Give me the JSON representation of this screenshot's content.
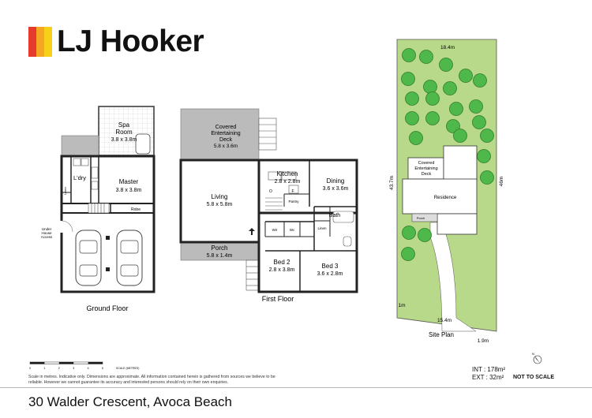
{
  "brand": {
    "name": "LJ Hooker",
    "bar_colors": [
      "#e53a2c",
      "#f5a623",
      "#f7d117"
    ]
  },
  "ground_floor": {
    "title": "Ground Floor",
    "rooms": {
      "spa": {
        "name": "Spa",
        "name2": "Room",
        "dims": "3.8 x 3.8m"
      },
      "master": {
        "name": "Master",
        "dims": "3.8 x 3.8m"
      },
      "ldry": "L'dry",
      "linen": "Linen",
      "robe": "Robe",
      "access": {
        "l1": "Under",
        "l2": "House",
        "l3": "Access"
      }
    }
  },
  "first_floor": {
    "title": "First Floor",
    "rooms": {
      "deck": {
        "l1": "Covered",
        "l2": "Entertaining",
        "l3": "Deck",
        "dims": "5.8 x 3.6m"
      },
      "living": {
        "name": "Living",
        "dims": "5.8 x 5.8m"
      },
      "kitchen": {
        "name": "Kitchen",
        "dims": "2.8 x 2.8m"
      },
      "dining": {
        "name": "Dining",
        "dims": "3.6 x 3.6m"
      },
      "pantry": "Pantry",
      "bath": "Bath",
      "linen": "Linen",
      "wir": "Wir",
      "wc": "Wc",
      "porch": {
        "name": "Porch",
        "dims": "5.8 x 1.4m"
      },
      "bed2": {
        "name": "Bed 2",
        "dims": "2.8 x 3.8m"
      },
      "bed3": {
        "name": "Bed 3",
        "dims": "3.6 x 2.8m"
      },
      "f": "F",
      "o": "O"
    }
  },
  "site_plan": {
    "title": "Site Plan",
    "dims": {
      "top": "18.4m",
      "left": "43.7m",
      "right": "46m",
      "bottom": "15.4m",
      "setback_left": "1m",
      "setback_right": "1.9m"
    },
    "deck": {
      "l1": "Covered",
      "l2": "Entertaining",
      "l3": "Deck"
    },
    "residence": "Residence",
    "porch": "Porch"
  },
  "scale_bar": {
    "ticks": [
      "0",
      "1",
      "2",
      "3",
      "4",
      "5"
    ],
    "unit": "SCALE (METRES)"
  },
  "disclaimer": "Scale in metres. Indicative only. Dimensions are approximate. All information contained herein is gathered from sources we believe to be reliable. However we cannot guarantee its accuracy and interested persons should rely on their own enquiries.",
  "areas": {
    "int_label": "INT :",
    "int_value": "178m²",
    "ext_label": "EXT :",
    "ext_value": "32m²"
  },
  "north_label": "N",
  "not_to_scale": "NOT TO SCALE",
  "address": "30 Walder Crescent, Avoca Beach"
}
